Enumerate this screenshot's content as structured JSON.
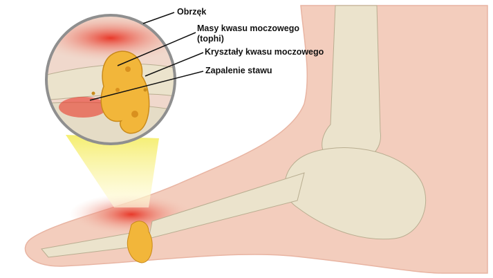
{
  "labels": {
    "swelling": "Obrzęk",
    "tophi_line1": "Masy kwasu moczowego",
    "tophi_line2": "(tophi)",
    "crystals": "Kryształy kwasu moczowego",
    "arthritis": "Zapalenie stawu"
  },
  "colors": {
    "skin": "#f3cdbd",
    "bone": "#ebe3cc",
    "inflammation": "#e8392a",
    "tophi": "#f2b63a",
    "magnifier_cone": "#f7f08a"
  }
}
